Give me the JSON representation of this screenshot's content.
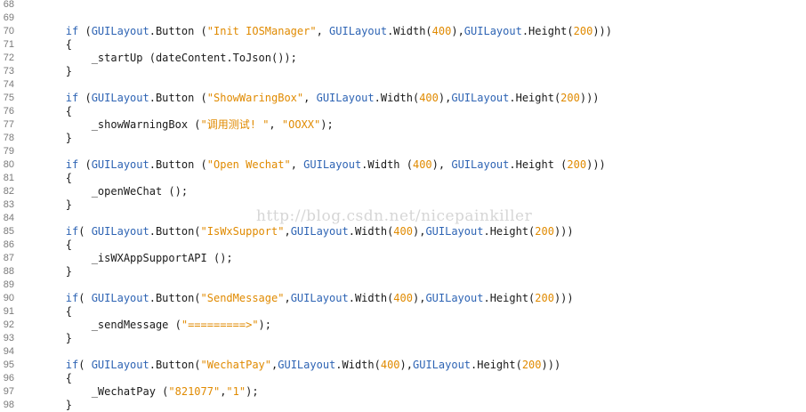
{
  "watermark": "http://blog.csdn.net/nicepainkiller",
  "lines": [
    {
      "n": "68",
      "tokens": []
    },
    {
      "n": "69",
      "tokens": []
    },
    {
      "n": "70",
      "tokens": [
        [
          "",
          "        "
        ],
        [
          "kw",
          "if"
        ],
        [
          "",
          " ("
        ],
        [
          "cls",
          "GUILayout"
        ],
        [
          "",
          ".Button ("
        ],
        [
          "str",
          "\"Init IOSManager\""
        ],
        [
          "",
          ", "
        ],
        [
          "cls",
          "GUILayout"
        ],
        [
          "",
          ".Width("
        ],
        [
          "num",
          "400"
        ],
        [
          "",
          "),"
        ],
        [
          "cls",
          "GUILayout"
        ],
        [
          "",
          ".Height("
        ],
        [
          "num",
          "200"
        ],
        [
          "",
          ")))"
        ]
      ]
    },
    {
      "n": "71",
      "tokens": [
        [
          "",
          "        {"
        ]
      ]
    },
    {
      "n": "72",
      "tokens": [
        [
          "",
          "            _startUp (dateContent.ToJson());"
        ]
      ]
    },
    {
      "n": "73",
      "tokens": [
        [
          "",
          "        }"
        ]
      ]
    },
    {
      "n": "74",
      "tokens": []
    },
    {
      "n": "75",
      "tokens": [
        [
          "",
          "        "
        ],
        [
          "kw",
          "if"
        ],
        [
          "",
          " ("
        ],
        [
          "cls",
          "GUILayout"
        ],
        [
          "",
          ".Button ("
        ],
        [
          "str",
          "\"ShowWaringBox\""
        ],
        [
          "",
          ", "
        ],
        [
          "cls",
          "GUILayout"
        ],
        [
          "",
          ".Width("
        ],
        [
          "num",
          "400"
        ],
        [
          "",
          "),"
        ],
        [
          "cls",
          "GUILayout"
        ],
        [
          "",
          ".Height("
        ],
        [
          "num",
          "200"
        ],
        [
          "",
          ")))"
        ]
      ]
    },
    {
      "n": "76",
      "tokens": [
        [
          "",
          "        {"
        ]
      ]
    },
    {
      "n": "77",
      "tokens": [
        [
          "",
          "            _showWarningBox ("
        ],
        [
          "str",
          "\"调用测试! \""
        ],
        [
          "",
          ", "
        ],
        [
          "str",
          "\"OOXX\""
        ],
        [
          "",
          ");"
        ]
      ]
    },
    {
      "n": "78",
      "tokens": [
        [
          "",
          "        }"
        ]
      ]
    },
    {
      "n": "79",
      "tokens": []
    },
    {
      "n": "80",
      "tokens": [
        [
          "",
          "        "
        ],
        [
          "kw",
          "if"
        ],
        [
          "",
          " ("
        ],
        [
          "cls",
          "GUILayout"
        ],
        [
          "",
          ".Button ("
        ],
        [
          "str",
          "\"Open Wechat\""
        ],
        [
          "",
          ", "
        ],
        [
          "cls",
          "GUILayout"
        ],
        [
          "",
          ".Width ("
        ],
        [
          "num",
          "400"
        ],
        [
          "",
          "), "
        ],
        [
          "cls",
          "GUILayout"
        ],
        [
          "",
          ".Height ("
        ],
        [
          "num",
          "200"
        ],
        [
          "",
          ")))"
        ]
      ]
    },
    {
      "n": "81",
      "tokens": [
        [
          "",
          "        {"
        ]
      ]
    },
    {
      "n": "82",
      "tokens": [
        [
          "",
          "            _openWeChat ();"
        ]
      ]
    },
    {
      "n": "83",
      "tokens": [
        [
          "",
          "        }"
        ]
      ]
    },
    {
      "n": "84",
      "tokens": []
    },
    {
      "n": "85",
      "tokens": [
        [
          "",
          "        "
        ],
        [
          "kw",
          "if"
        ],
        [
          "",
          "( "
        ],
        [
          "cls",
          "GUILayout"
        ],
        [
          "",
          ".Button("
        ],
        [
          "str",
          "\"IsWxSupport\""
        ],
        [
          "",
          ","
        ],
        [
          "cls",
          "GUILayout"
        ],
        [
          "",
          ".Width("
        ],
        [
          "num",
          "400"
        ],
        [
          "",
          "),"
        ],
        [
          "cls",
          "GUILayout"
        ],
        [
          "",
          ".Height("
        ],
        [
          "num",
          "200"
        ],
        [
          "",
          ")))"
        ]
      ]
    },
    {
      "n": "86",
      "tokens": [
        [
          "",
          "        {"
        ]
      ]
    },
    {
      "n": "87",
      "tokens": [
        [
          "",
          "            _isWXAppSupportAPI ();"
        ]
      ]
    },
    {
      "n": "88",
      "tokens": [
        [
          "",
          "        }"
        ]
      ]
    },
    {
      "n": "89",
      "tokens": []
    },
    {
      "n": "90",
      "tokens": [
        [
          "",
          "        "
        ],
        [
          "kw",
          "if"
        ],
        [
          "",
          "( "
        ],
        [
          "cls",
          "GUILayout"
        ],
        [
          "",
          ".Button("
        ],
        [
          "str",
          "\"SendMessage\""
        ],
        [
          "",
          ","
        ],
        [
          "cls",
          "GUILayout"
        ],
        [
          "",
          ".Width("
        ],
        [
          "num",
          "400"
        ],
        [
          "",
          "),"
        ],
        [
          "cls",
          "GUILayout"
        ],
        [
          "",
          ".Height("
        ],
        [
          "num",
          "200"
        ],
        [
          "",
          ")))"
        ]
      ]
    },
    {
      "n": "91",
      "tokens": [
        [
          "",
          "        {"
        ]
      ]
    },
    {
      "n": "92",
      "tokens": [
        [
          "",
          "            _sendMessage ("
        ],
        [
          "str",
          "\"=========>\""
        ],
        [
          "",
          ");"
        ]
      ]
    },
    {
      "n": "93",
      "tokens": [
        [
          "",
          "        }"
        ]
      ]
    },
    {
      "n": "94",
      "tokens": []
    },
    {
      "n": "95",
      "tokens": [
        [
          "",
          "        "
        ],
        [
          "kw",
          "if"
        ],
        [
          "",
          "( "
        ],
        [
          "cls",
          "GUILayout"
        ],
        [
          "",
          ".Button("
        ],
        [
          "str",
          "\"WechatPay\""
        ],
        [
          "",
          ","
        ],
        [
          "cls",
          "GUILayout"
        ],
        [
          "",
          ".Width("
        ],
        [
          "num",
          "400"
        ],
        [
          "",
          "),"
        ],
        [
          "cls",
          "GUILayout"
        ],
        [
          "",
          ".Height("
        ],
        [
          "num",
          "200"
        ],
        [
          "",
          ")))"
        ]
      ]
    },
    {
      "n": "96",
      "tokens": [
        [
          "",
          "        {"
        ]
      ]
    },
    {
      "n": "97",
      "tokens": [
        [
          "",
          "            _WechatPay ("
        ],
        [
          "str",
          "\"821077\""
        ],
        [
          "",
          ","
        ],
        [
          "str",
          "\"1\""
        ],
        [
          "",
          ");"
        ]
      ]
    },
    {
      "n": "98",
      "tokens": [
        [
          "",
          "        }"
        ]
      ]
    }
  ]
}
